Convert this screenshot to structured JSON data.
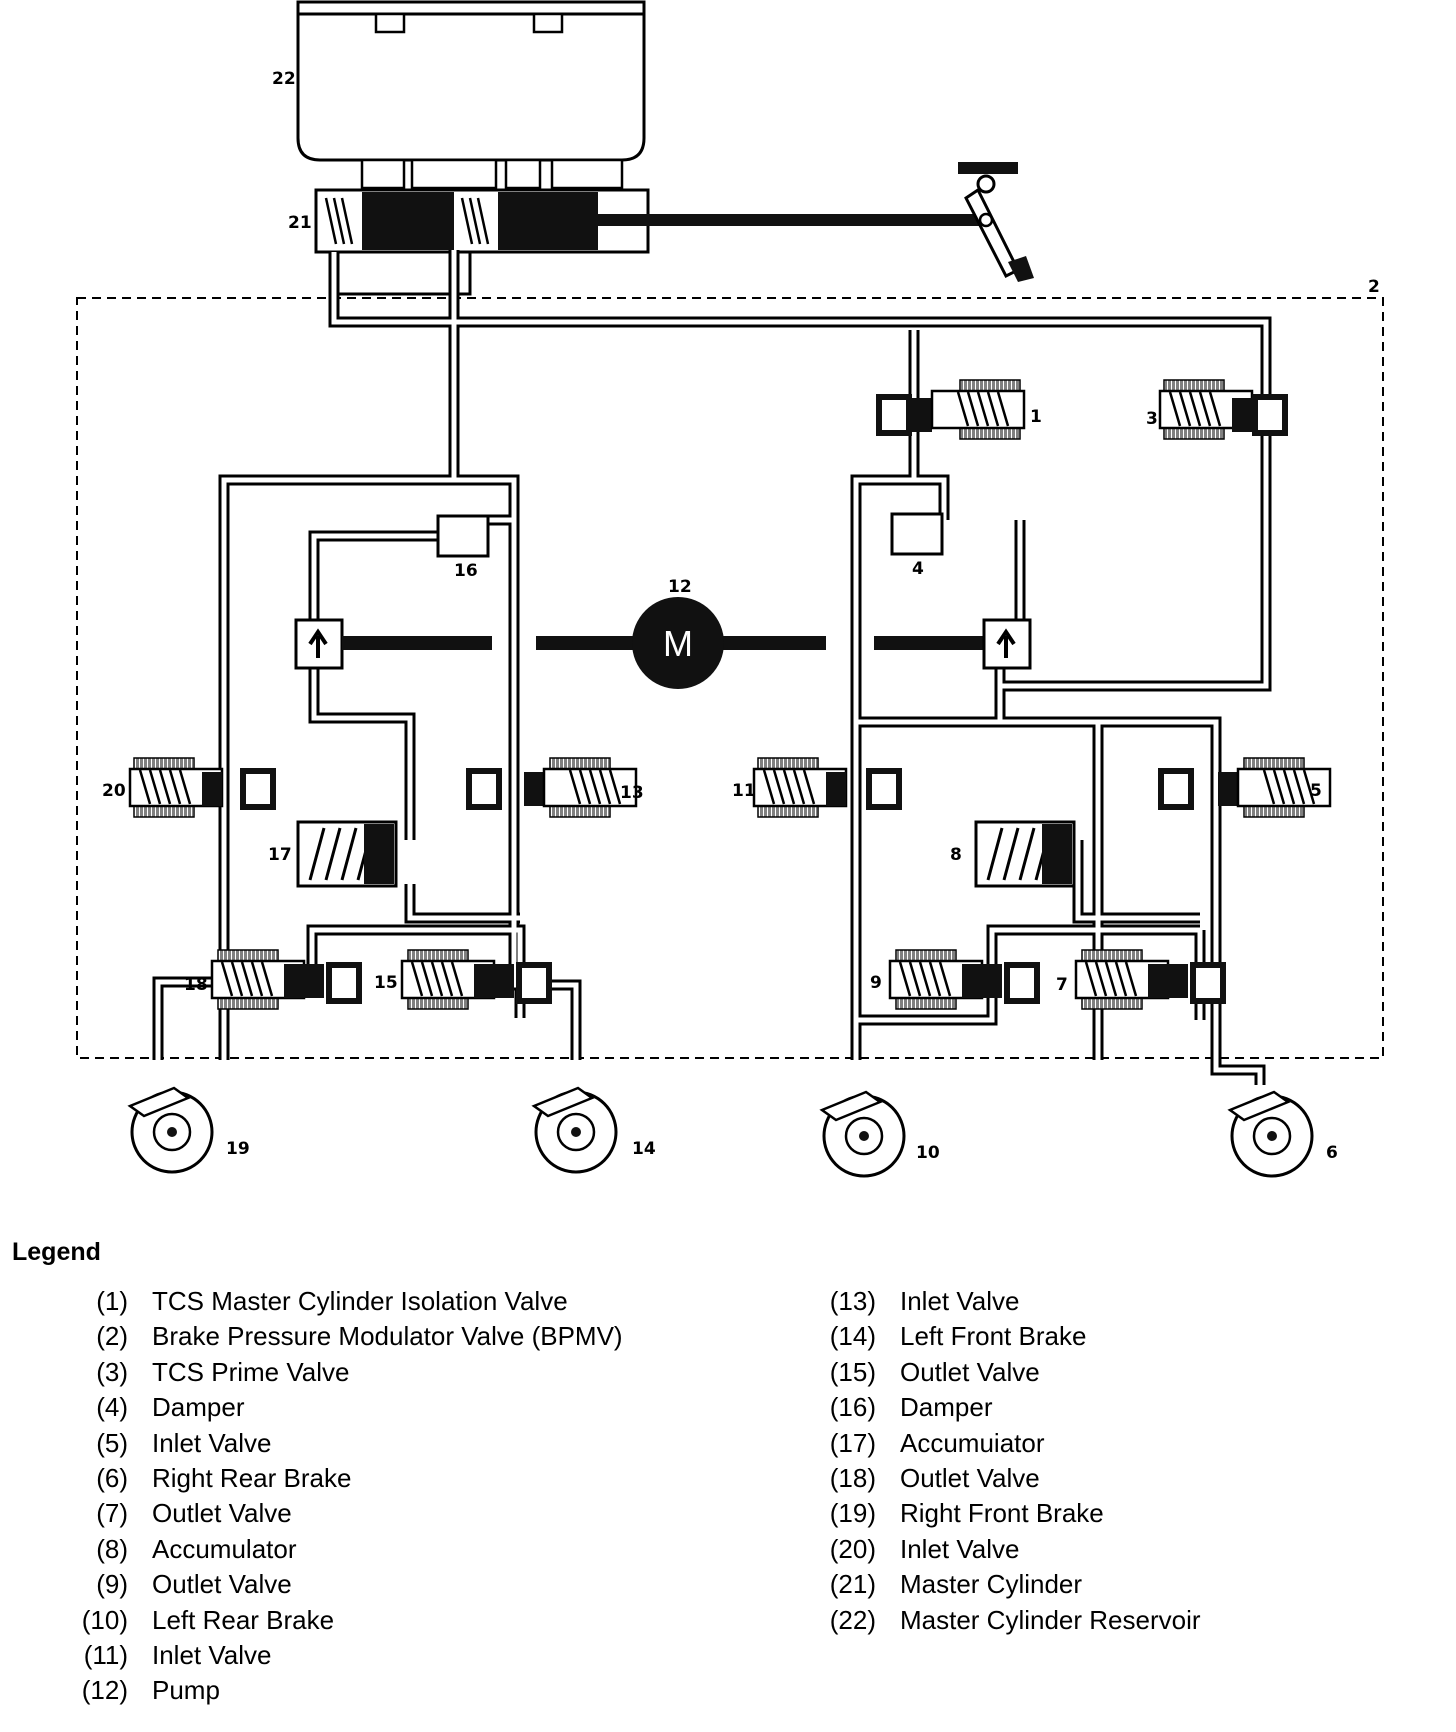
{
  "diagram": {
    "callouts": [
      "1",
      "2",
      "3",
      "4",
      "5",
      "6",
      "7",
      "8",
      "9",
      "10",
      "11",
      "12",
      "13",
      "14",
      "15",
      "16",
      "17",
      "18",
      "19",
      "20",
      "21",
      "22"
    ],
    "motor_label": "M"
  },
  "legend": {
    "title": "Legend",
    "items": [
      {
        "num": "(1)",
        "text": "TCS Master Cylinder Isolation Valve"
      },
      {
        "num": "(2)",
        "text": "Brake Pressure Modulator Valve (BPMV)"
      },
      {
        "num": "(3)",
        "text": "TCS Prime Valve"
      },
      {
        "num": "(4)",
        "text": "Damper"
      },
      {
        "num": "(5)",
        "text": "Inlet Valve"
      },
      {
        "num": "(6)",
        "text": "Right Rear Brake"
      },
      {
        "num": "(7)",
        "text": "Outlet Valve"
      },
      {
        "num": "(8)",
        "text": "Accumulator"
      },
      {
        "num": "(9)",
        "text": "Outlet Valve"
      },
      {
        "num": "(10)",
        "text": "Left Rear Brake"
      },
      {
        "num": "(11)",
        "text": "Inlet Valve"
      },
      {
        "num": "(12)",
        "text": "Pump"
      },
      {
        "num": "(13)",
        "text": "Inlet Valve"
      },
      {
        "num": "(14)",
        "text": "Left Front Brake"
      },
      {
        "num": "(15)",
        "text": "Outlet Valve"
      },
      {
        "num": "(16)",
        "text": "Damper"
      },
      {
        "num": "(17)",
        "text": "Accumuiator"
      },
      {
        "num": "(18)",
        "text": "Outlet Valve"
      },
      {
        "num": "(19)",
        "text": "Right Front Brake"
      },
      {
        "num": "(20)",
        "text": "Inlet Valve"
      },
      {
        "num": "(21)",
        "text": "Master Cylinder"
      },
      {
        "num": "(22)",
        "text": "Master Cylinder Reservoir"
      }
    ]
  }
}
